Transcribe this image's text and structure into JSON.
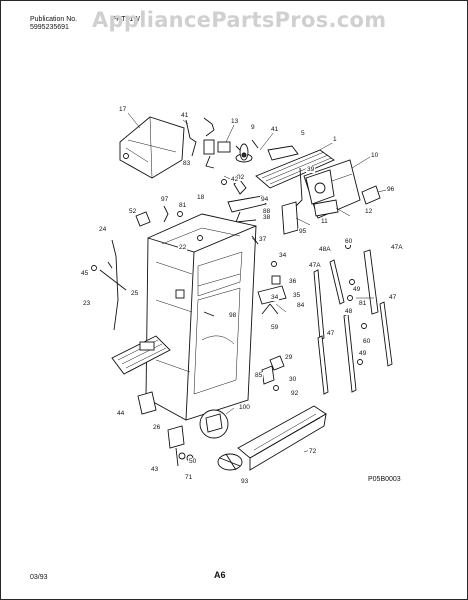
{
  "header": {
    "publication_label": "Publication No.",
    "publication_number": "5995235691",
    "model_code": "FRT21W",
    "watermark": "AppliancePartsPros.com"
  },
  "diagram": {
    "code": "P05B0003",
    "labels": [
      "17",
      "41",
      "13",
      "9",
      "41",
      "5",
      "1",
      "10",
      "83",
      "92",
      "42",
      "39",
      "96",
      "97",
      "18",
      "94",
      "88",
      "12",
      "52",
      "81",
      "38",
      "11",
      "95",
      "37",
      "24",
      "22",
      "47A",
      "48A",
      "47A",
      "60",
      "34",
      "45",
      "36",
      "49",
      "25",
      "35",
      "84",
      "81",
      "23",
      "34",
      "98",
      "47",
      "59",
      "48",
      "60",
      "47",
      "29",
      "85",
      "30",
      "92",
      "44",
      "100",
      "26",
      "72",
      "50",
      "93",
      "43",
      "71",
      "49"
    ]
  },
  "footer": {
    "date": "03/93",
    "page": "A6"
  }
}
